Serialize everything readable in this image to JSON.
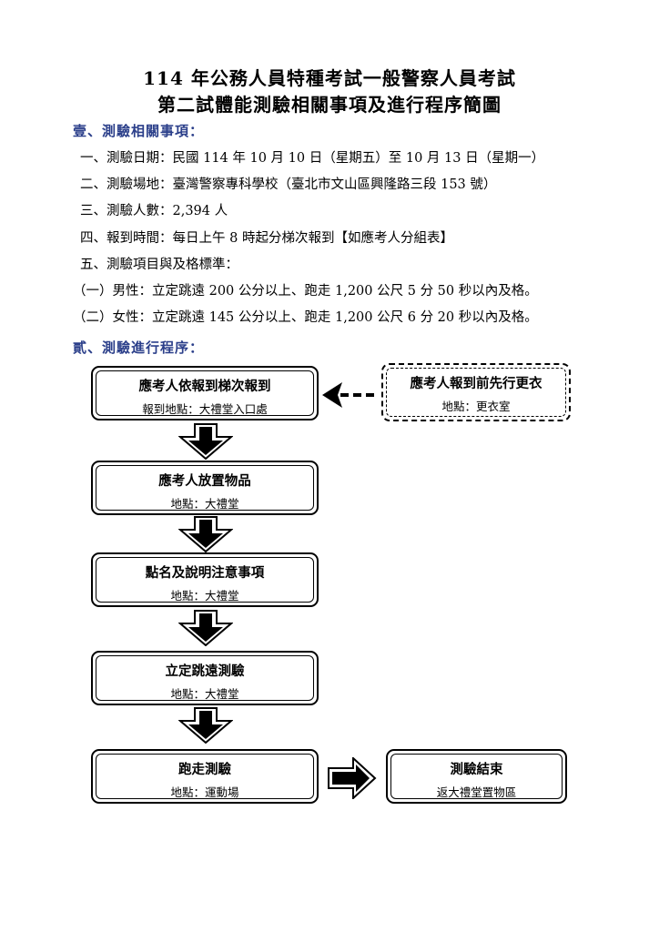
{
  "title": {
    "line1": "114 年公務人員特種考試一般警察人員考試",
    "line2": "第二試體能測驗相關事項及進行程序簡圖"
  },
  "section1": {
    "heading": "壹、測驗相關事項：",
    "items": [
      "一、測驗日期：民國 114 年 10 月 10 日（星期五）至 10 月 13 日（星期一）",
      "二、測驗場地：臺灣警察專科學校（臺北市文山區興隆路三段 153 號）",
      "三、測驗人數：2,394 人",
      "四、報到時間：每日上午 8 時起分梯次報到【如應考人分組表】",
      "五、測驗項目與及格標準：",
      "（一）男性：立定跳遠 200 公分以上、跑走 1,200 公尺 5 分 50 秒以內及格。",
      "（二）女性：立定跳遠 145 公分以上、跑走 1,200 公尺 6 分 20 秒以內及格。"
    ]
  },
  "section2": {
    "heading": "貳、測驗進行程序："
  },
  "flow": {
    "checkin": {
      "title": "應考人依報到梯次報到",
      "location": "報到地點：大禮堂入口處"
    },
    "change_clothes": {
      "title": "應考人報到前先行更衣",
      "location": "地點：更衣室"
    },
    "belongings": {
      "title": "應考人放置物品",
      "location": "地點：大禮堂"
    },
    "roll_call": {
      "title": "點名及說明注意事項",
      "location": "地點：大禮堂"
    },
    "long_jump": {
      "title": "立定跳遠測驗",
      "location": "地點：大禮堂"
    },
    "run_walk": {
      "title": "跑走測驗",
      "location": "地點：運動場"
    },
    "end": {
      "title": "測驗結束",
      "location": "返大禮堂置物區"
    }
  }
}
